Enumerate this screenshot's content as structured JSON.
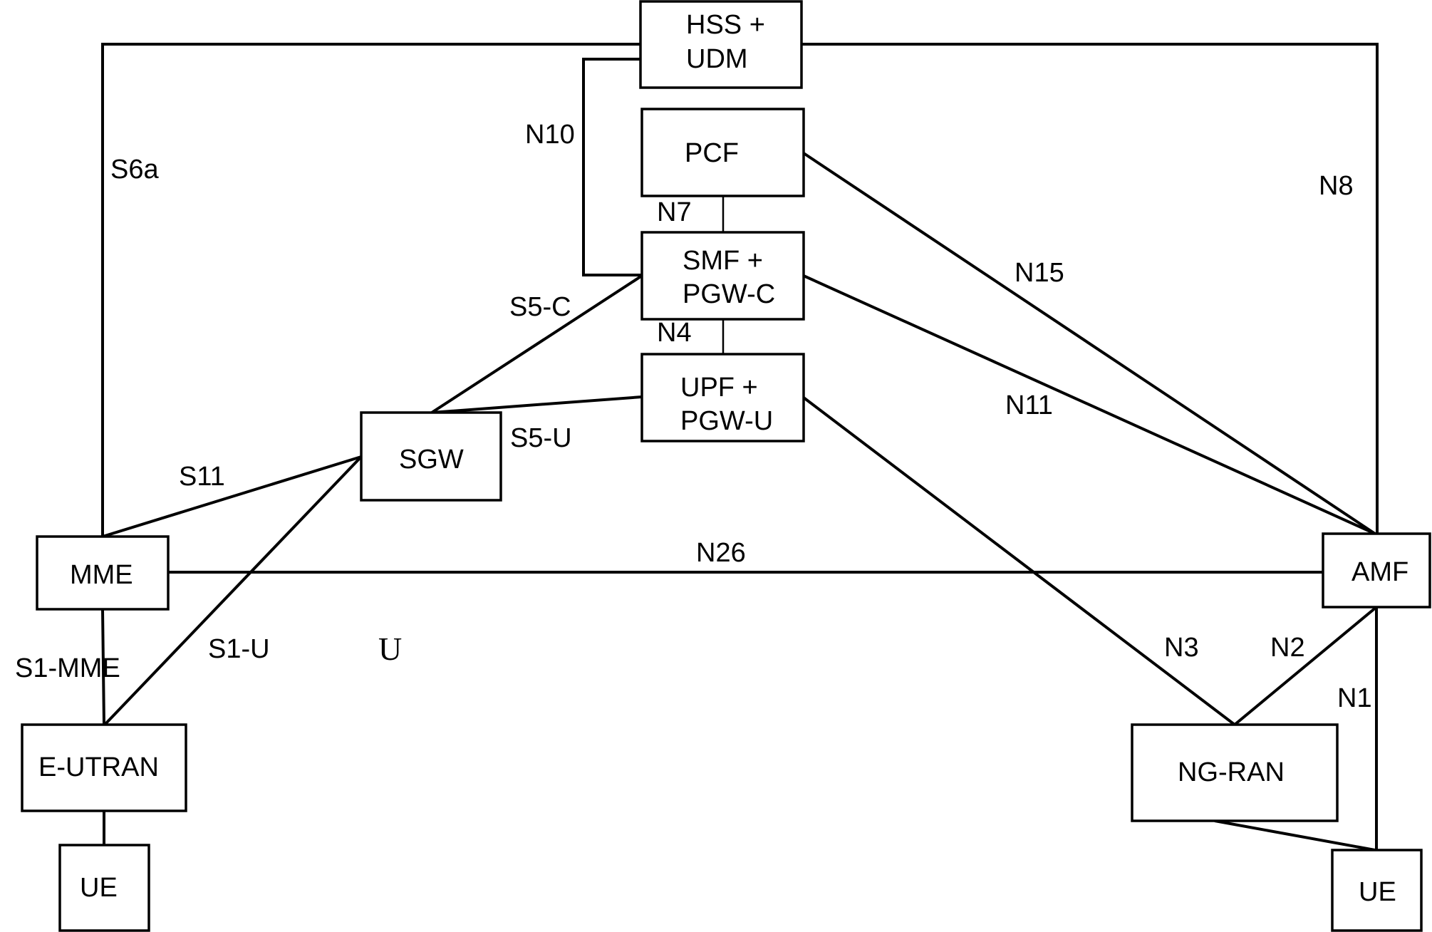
{
  "diagram": {
    "title": "",
    "nodes": {
      "hss_udm": {
        "lines": [
          "HSS +",
          "UDM"
        ]
      },
      "pcf": {
        "lines": [
          "PCF"
        ]
      },
      "smf_pgwc": {
        "lines": [
          "SMF +",
          "PGW-C"
        ]
      },
      "upf_pgwu": {
        "lines": [
          "UPF +",
          "PGW-U"
        ]
      },
      "sgw": {
        "lines": [
          "SGW"
        ]
      },
      "mme": {
        "lines": [
          "MME"
        ]
      },
      "amf": {
        "lines": [
          "AMF"
        ]
      },
      "eutran": {
        "lines": [
          "E-UTRAN"
        ]
      },
      "ngran": {
        "lines": [
          "NG-RAN"
        ]
      },
      "ue_left": {
        "lines": [
          "UE"
        ]
      },
      "ue_right": {
        "lines": [
          "UE"
        ]
      }
    },
    "interfaces": {
      "s6a": {
        "label": "S6a",
        "from": "MME",
        "to": "HSS + UDM"
      },
      "n8": {
        "label": "N8",
        "from": "AMF",
        "to": "HSS + UDM"
      },
      "n10": {
        "label": "N10",
        "from": "SMF + PGW-C",
        "to": "HSS + UDM"
      },
      "n7": {
        "label": "N7",
        "from": "PCF",
        "to": "SMF + PGW-C"
      },
      "n4": {
        "label": "N4",
        "from": "SMF + PGW-C",
        "to": "UPF + PGW-U"
      },
      "n15": {
        "label": "N15",
        "from": "PCF",
        "to": "AMF"
      },
      "n11": {
        "label": "N11",
        "from": "SMF + PGW-C",
        "to": "AMF"
      },
      "s5c": {
        "label": "S5-C",
        "from": "SGW",
        "to": "SMF + PGW-C"
      },
      "s5u": {
        "label": "S5-U",
        "from": "SGW",
        "to": "UPF + PGW-U"
      },
      "s11": {
        "label": "S11",
        "from": "MME",
        "to": "SGW"
      },
      "n26": {
        "label": "N26",
        "from": "MME",
        "to": "AMF"
      },
      "s1mme": {
        "label": "S1-MME",
        "from": "MME",
        "to": "E-UTRAN"
      },
      "s1u": {
        "label": "S1-U",
        "from": "E-UTRAN",
        "to": "SGW"
      },
      "n3": {
        "label": "N3",
        "from": "UPF + PGW-U",
        "to": "NG-RAN"
      },
      "n2": {
        "label": "N2",
        "from": "AMF",
        "to": "NG-RAN"
      },
      "n1": {
        "label": "N1",
        "from": "AMF",
        "to": "UE"
      },
      "eutran_ue": {
        "label": "",
        "from": "E-UTRAN",
        "to": "UE"
      },
      "ngran_ue": {
        "label": "",
        "from": "NG-RAN",
        "to": "UE"
      }
    },
    "stray_annotation": "U"
  }
}
